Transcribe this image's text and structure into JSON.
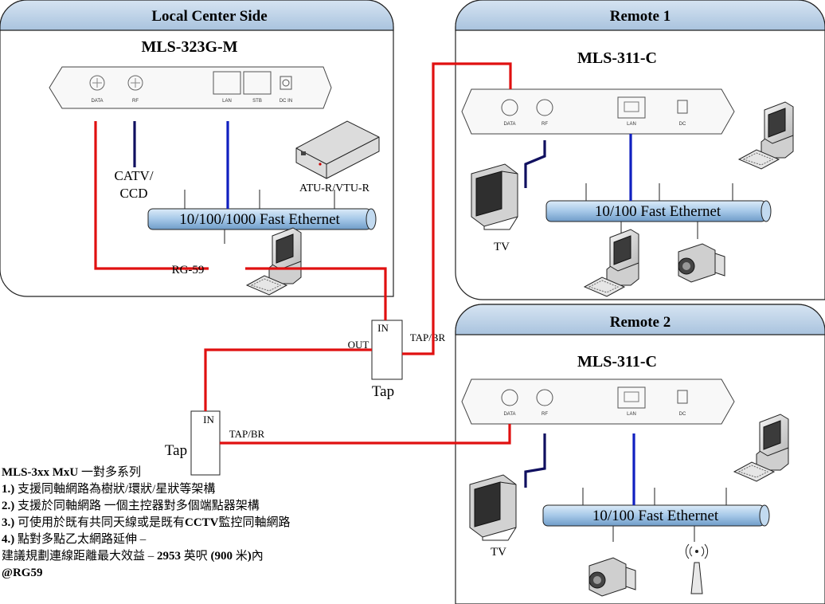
{
  "panels": {
    "local": {
      "title": "Local Center Side",
      "model": "MLS-323G-M"
    },
    "remote1": {
      "title": "Remote 1",
      "model": "MLS-311-C"
    },
    "remote2": {
      "title": "Remote 2",
      "model": "MLS-311-C"
    }
  },
  "ports": {
    "data": "DATA",
    "rf": "RF",
    "lan": "LAN",
    "stb": "STB",
    "dc_in": "DC IN",
    "dc": "DC"
  },
  "labels": {
    "catv1": "CATV/",
    "catv2": "CCD",
    "atu": "ATU-R/VTU-R",
    "rg59": "RG-59",
    "eth_local": "10/100/1000 Fast Ethernet",
    "eth_remote": "10/100 Fast Ethernet",
    "tv": "TV",
    "tap1_in": "IN",
    "tap1_out": "OUT",
    "tap1_br": "TAP/BR",
    "tap1_name": "Tap",
    "tap2_in": "IN",
    "tap2_br": "TAP/BR",
    "tap2_name": "Tap"
  },
  "notes": {
    "title_b": "MLS-3xx MxU",
    "title_rest": " 一對多系列",
    "n1_b": "1.)",
    "n1": " 支援同軸網路為樹狀/環狀/星狀等架構",
    "n2_b": "2.)",
    "n2": " 支援於同軸網路 一個主控器對多個端點器架構",
    "n3_b": "3.)",
    "n3": " 可使用於既有共同天線或是既有",
    "n3_b2": "CCTV",
    "n3_end": "監控同軸網路",
    "n4_b": "4.)",
    "n4": " 點對多點乙太網路延伸 –",
    "n5a": "建議規劃連線距離最大效益 – ",
    "n5_b1": "2953",
    "n5b": " 英呎 ",
    "n5_b2": "(900",
    "n5c": " 米",
    "n5_b3": ")",
    "n5d": "內",
    "n6_b": "@RG59"
  },
  "colors": {
    "coax": "#e01010",
    "lan": "#1020c0",
    "rf": "#101060",
    "header": "#b9cfe4",
    "eth_bar": "#a9c9e6"
  }
}
